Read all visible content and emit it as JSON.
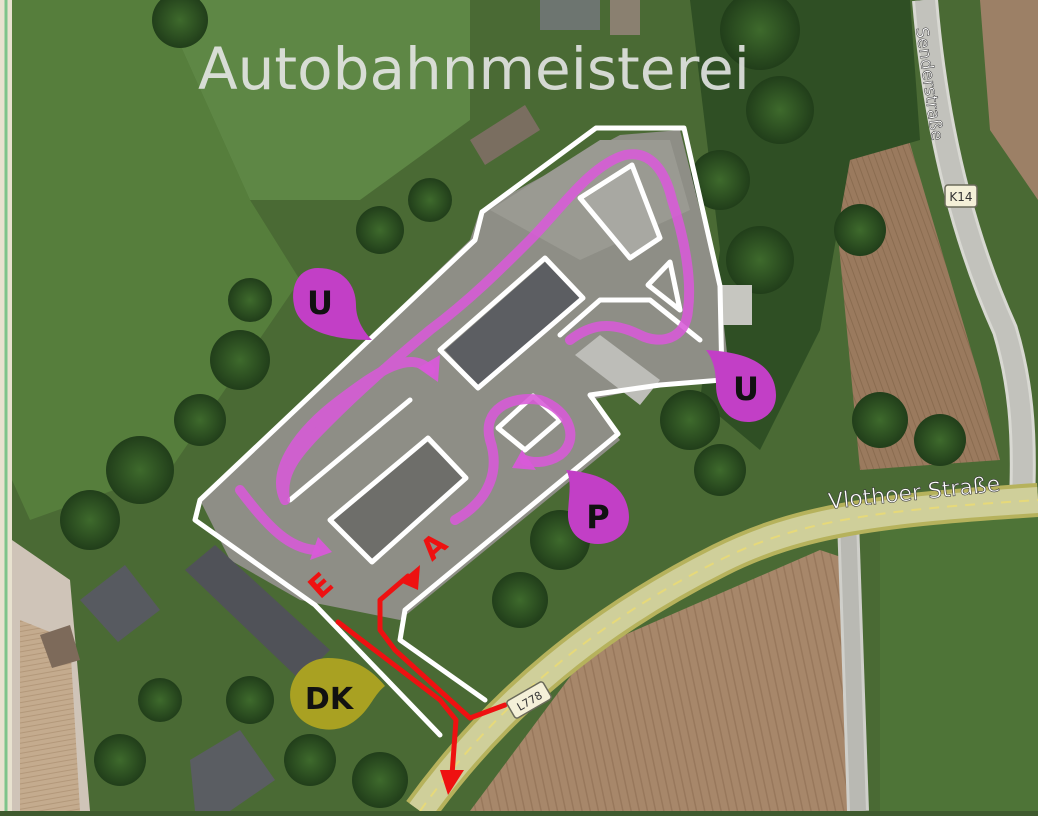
{
  "map": {
    "title": "Autobahnmeisterei",
    "roads": {
      "vlothoer": "Vlothoer Straße",
      "sender": "Senderstraße"
    },
    "shields": {
      "k14": "K14",
      "l778": "L778"
    },
    "markers": {
      "u_left": "U",
      "u_right": "U",
      "p": "P",
      "dk": "DK"
    },
    "route_labels": {
      "entry": "E",
      "exit": "A"
    },
    "colors": {
      "route_magenta": "#d85ad8",
      "marker_magenta": "#c23fc6",
      "dk_olive": "#a9a122",
      "arrow_red": "#ee1111",
      "outline_white": "#ffffff",
      "main_road_yellow": "#c9c46a"
    }
  }
}
